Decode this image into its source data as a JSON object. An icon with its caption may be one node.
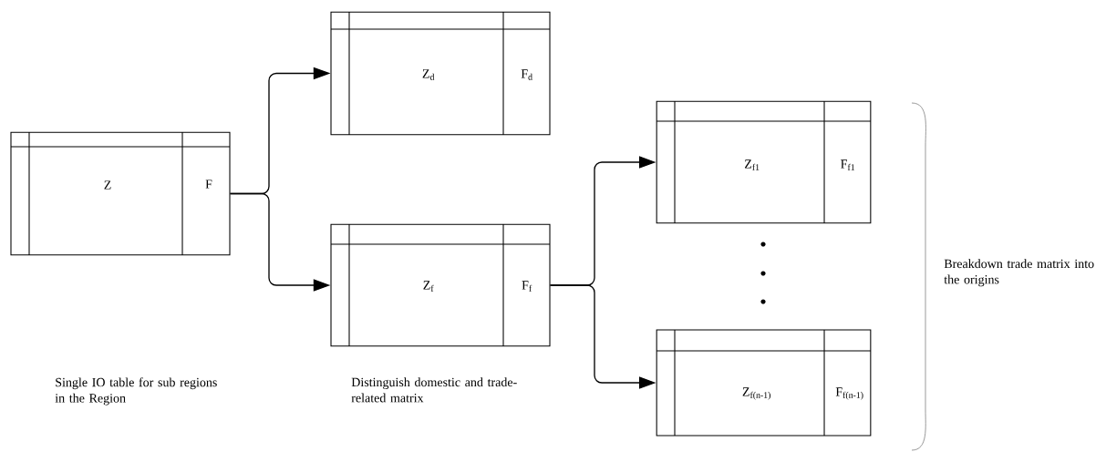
{
  "diagram": {
    "nodes": [
      {
        "text": [
          "Z",
          "F"
        ]
      },
      {
        "text": [
          "Z$_{d}$",
          "F$_{d}$"
        ]
      },
      {
        "text": [
          "Z$_{f}$",
          "F$_{f}$"
        ]
      },
      {
        "text": [
          "Z$_{f1}$",
          "F$_{f1}$"
        ]
      },
      {
        "text": [
          "Z$_{f(n-1)}$",
          "F$_{f(n-1)}$"
        ]
      }
    ],
    "edges": [
      {
        "from": 0,
        "to": 1,
        "arrow": "to"
      },
      {
        "from": 0,
        "to": 2,
        "arrow": "to"
      },
      {
        "from": 2,
        "to": 3,
        "arrow": "to"
      },
      {
        "from": 2,
        "to": 4,
        "arrow": "to"
      }
    ],
    "labels": [
      "Single IO table for sub regions in the Region",
      "Distinguish domestic and trade-related matrix",
      "Breakdown trade matrix into the origins"
    ]
  }
}
